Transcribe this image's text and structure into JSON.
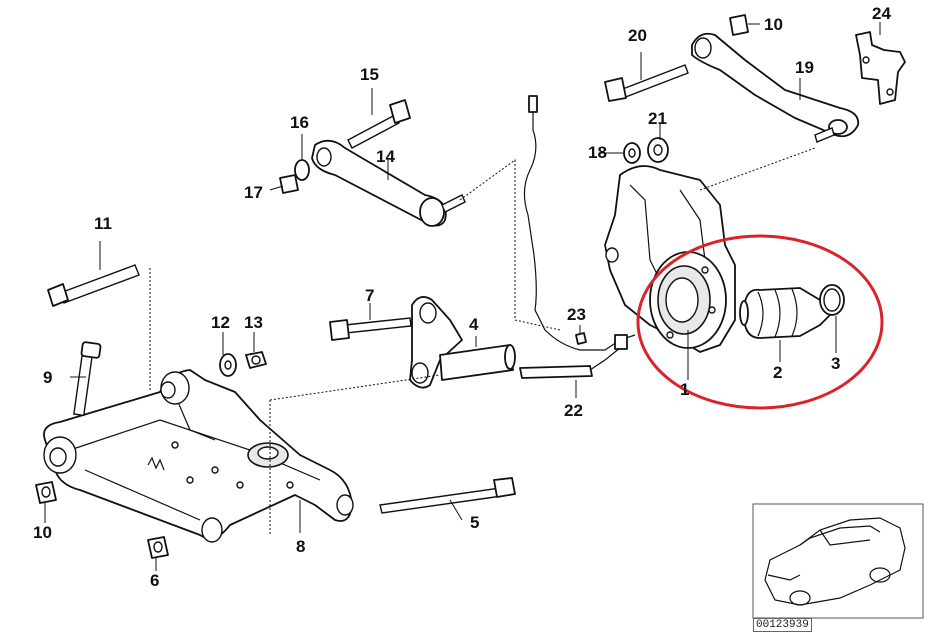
{
  "diagram": {
    "callouts": [
      {
        "id": "c1",
        "label": "1"
      },
      {
        "id": "c2",
        "label": "2"
      },
      {
        "id": "c3",
        "label": "3"
      },
      {
        "id": "c4",
        "label": "4"
      },
      {
        "id": "c5",
        "label": "5"
      },
      {
        "id": "c6",
        "label": "6"
      },
      {
        "id": "c7",
        "label": "7"
      },
      {
        "id": "c8",
        "label": "8"
      },
      {
        "id": "c9",
        "label": "9"
      },
      {
        "id": "c10a",
        "label": "10"
      },
      {
        "id": "c10b",
        "label": "10"
      },
      {
        "id": "c11",
        "label": "11"
      },
      {
        "id": "c12",
        "label": "12"
      },
      {
        "id": "c13",
        "label": "13"
      },
      {
        "id": "c14",
        "label": "14"
      },
      {
        "id": "c15",
        "label": "15"
      },
      {
        "id": "c16",
        "label": "16"
      },
      {
        "id": "c17",
        "label": "17"
      },
      {
        "id": "c18",
        "label": "18"
      },
      {
        "id": "c19",
        "label": "19"
      },
      {
        "id": "c20",
        "label": "20"
      },
      {
        "id": "c21",
        "label": "21"
      },
      {
        "id": "c22",
        "label": "22"
      },
      {
        "id": "c23",
        "label": "23"
      },
      {
        "id": "c24",
        "label": "24"
      }
    ],
    "reference_code": "00123939",
    "highlight_color": "#d9232a"
  }
}
